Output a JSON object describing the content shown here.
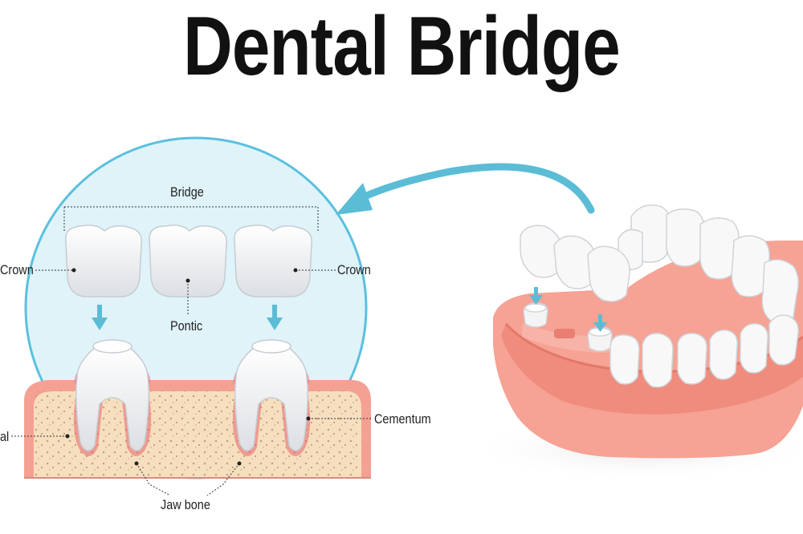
{
  "title": "Dental Bridge",
  "labels": {
    "bridge": "Bridge",
    "crown_left": "Crown",
    "crown_right": "Crown",
    "pontic": "Pontic",
    "gingival": "al",
    "cementum": "Cementum",
    "jaw_bone": "Jaw bone"
  },
  "colors": {
    "circle_fill": "#dff3f9",
    "circle_stroke": "#5bc0de",
    "arrow": "#5bbcd6",
    "gum": "#f49a8e",
    "bone": "#f6dfbf",
    "tooth": "#f8f8f8"
  }
}
